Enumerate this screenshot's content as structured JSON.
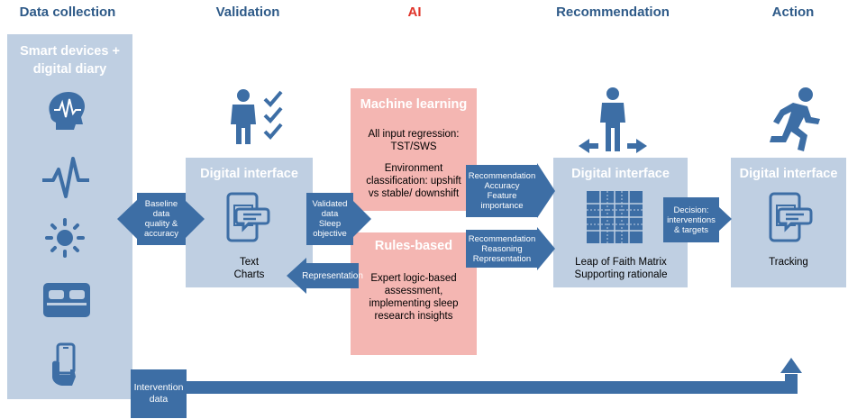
{
  "headers": {
    "data_collection": "Data collection",
    "validation": "Validation",
    "ai": "AI",
    "recommendation": "Recommendation",
    "action": "Action"
  },
  "smart_devices": {
    "title_line1": "Smart devices +",
    "title_line2": "digital diary",
    "icons": [
      "brain-wave-icon",
      "heartbeat-icon",
      "sun-icon",
      "bed-icon",
      "smartphone-hand-icon"
    ]
  },
  "validation_panel": {
    "title": "Digital interface",
    "line1": "Text",
    "line2": "Charts",
    "icons": [
      "person-checklist-icon",
      "chat-tablet-icon"
    ]
  },
  "machine_learning": {
    "title": "Machine learning",
    "line1": "All input regression:",
    "line2": "TST/SWS",
    "line3": "Environment",
    "line4": "classification: upshift",
    "line5": "vs stable/ downshift"
  },
  "rules_based": {
    "title": "Rules-based",
    "line1": "Expert logic-based",
    "line2": "assessment,",
    "line3": "implementing sleep",
    "line4": "research insights"
  },
  "recommendation_panel": {
    "title": "Digital interface",
    "line1": "Leap of Faith Matrix",
    "line2": "Supporting rationale",
    "icons": [
      "person-arrows-icon",
      "matrix-grid-icon"
    ]
  },
  "action_panel": {
    "title": "Digital interface",
    "line1": "Tracking",
    "icons": [
      "running-person-icon",
      "chat-tablet-icon"
    ]
  },
  "arrows": {
    "baseline": [
      "Baseline",
      "data",
      "quality &",
      "accuracy"
    ],
    "validated": [
      "Validated",
      "data",
      "Sleep",
      "objective"
    ],
    "representation": [
      "Representation"
    ],
    "rec_ml": [
      "Recommendation",
      "Accuracy",
      "Feature",
      "importance"
    ],
    "rec_rules": [
      "Recommendation",
      "Reasoning",
      "Representation"
    ],
    "decision": [
      "Decision:",
      "interventions",
      "& targets"
    ],
    "intervention": [
      "Intervention",
      "data"
    ]
  },
  "colors": {
    "header_blue": "#2e5a88",
    "ai_red": "#e0352b",
    "panel_blue": "#bfcfe2",
    "icon_blue": "#3d6ea5",
    "pink": "#f4b6b2"
  }
}
